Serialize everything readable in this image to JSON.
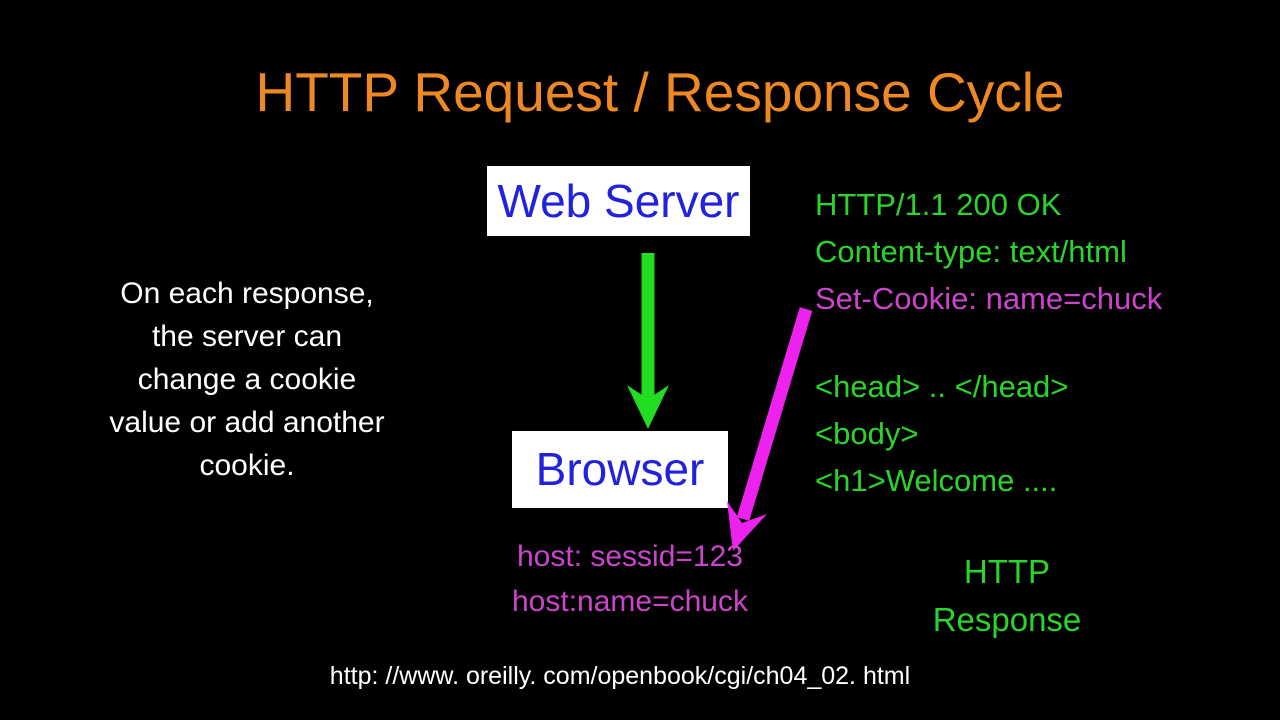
{
  "slide": {
    "title": "HTTP Request / Response Cycle",
    "note_lines": [
      "On each response,",
      "the server can",
      "change a cookie",
      "value or add another",
      "cookie."
    ],
    "web_server_label": "Web Server",
    "browser_label": "Browser",
    "response_header_lines": [
      "HTTP/1.1 200 OK",
      "Content-type: text/html",
      "Set-Cookie: name=chuck"
    ],
    "response_body_lines": [
      "<head> .. </head>",
      "<body>",
      "<h1>Welcome ...."
    ],
    "cookie_sent_lines": [
      "host: sessid=123",
      "host:name=chuck"
    ],
    "response_caption_lines": [
      "HTTP",
      "Response"
    ],
    "footer_url": "http: //www. oreilly. com/openbook/cgi/ch04_02. html",
    "arrows": [
      {
        "name": "server-to-browser-arrow",
        "color": "#22DD22",
        "direction": "down"
      },
      {
        "name": "set-cookie-to-host-arrow",
        "color": "#EE22EE",
        "direction": "down-left"
      }
    ],
    "colors": {
      "background": "#000000",
      "title": "#EE8822",
      "box_fill": "#FFFFFF",
      "box_text": "#2222DD",
      "green_text": "#2BD42B",
      "magenta_text": "#CC44CC",
      "green_arrow": "#22DD22",
      "magenta_arrow": "#EE22EE",
      "white_text": "#FFFFFF"
    }
  }
}
